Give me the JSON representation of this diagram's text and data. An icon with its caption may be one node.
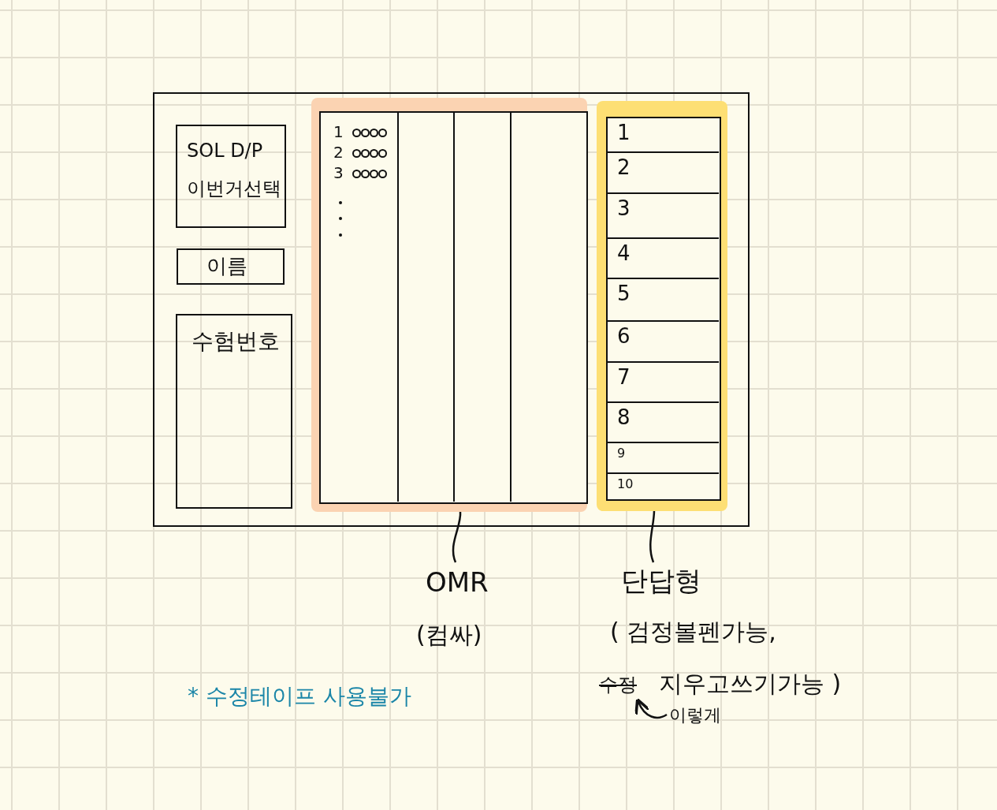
{
  "diagram": {
    "nodes": [
      {
        "text": [],
        "shape": "box"
      },
      {
        "text": [
          "SOL D/P",
          "이번거선택"
        ],
        "in": 0
      },
      {
        "text": [
          "이름"
        ],
        "in": 0
      },
      {
        "text": [
          "수험번호"
        ],
        "in": 0
      },
      {
        "text": [
          "1",
          "2",
          "3"
        ],
        "in": 0
      },
      {
        "text": [
          "1",
          "2",
          "3",
          "4",
          "5",
          "6",
          "7",
          "8",
          "9",
          "10"
        ],
        "in": 0
      },
      {
        "text": [
          "OMR",
          "(컴싸)"
        ]
      },
      {
        "text": [
          "단답형",
          "( 검정볼펜가능,",
          "수정",
          "지우고쓰기가능 )"
        ]
      },
      {
        "text": [
          "이렇게"
        ]
      }
    ],
    "edges": [
      {
        "from": 6,
        "to": 4,
        "arrow": "none"
      },
      {
        "from": 7,
        "to": 5,
        "arrow": "none"
      },
      {
        "from": 8,
        "to": 7,
        "arrow": "to"
      }
    ],
    "labels": [
      "* 수정테이프 사용불가"
    ]
  }
}
